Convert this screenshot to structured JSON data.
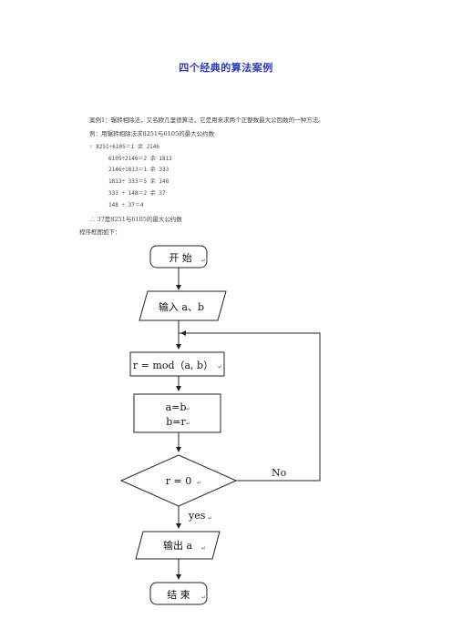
{
  "doc": {
    "title": "四个经典的算法案例",
    "paragraphs": [
      "案例1：辗转相除法，又名欧几里德算法，它是用来求两个正整数最大公因数的一种方法。",
      "例：用辗转相除法求8251与6105的最大公约数"
    ],
    "steps": [
      "∵  8251÷6105＝1 余 2146",
      "6105÷2146＝2 余 1813",
      "2146÷1813＝1 余 333",
      "1813÷ 333＝5 余 148",
      "333 ÷ 148＝2 余  37",
      "148 ÷  37＝4"
    ],
    "conclusion": "∴  37是8251与6105的最大公约数",
    "flow_intro": "程序框图如下："
  },
  "flowchart": {
    "start": "开 始",
    "input": "输入 a、b",
    "assign_r": "r = mod（a, b）",
    "swap_a": "a=b",
    "swap_b": "b=r",
    "condition": "r = 0",
    "no_label": "No",
    "yes_label": "yes",
    "output": "输出 a",
    "end": "结 束",
    "return_mark": "↵"
  },
  "colors": {
    "title": "#2b3bbf",
    "line": "#222222"
  }
}
